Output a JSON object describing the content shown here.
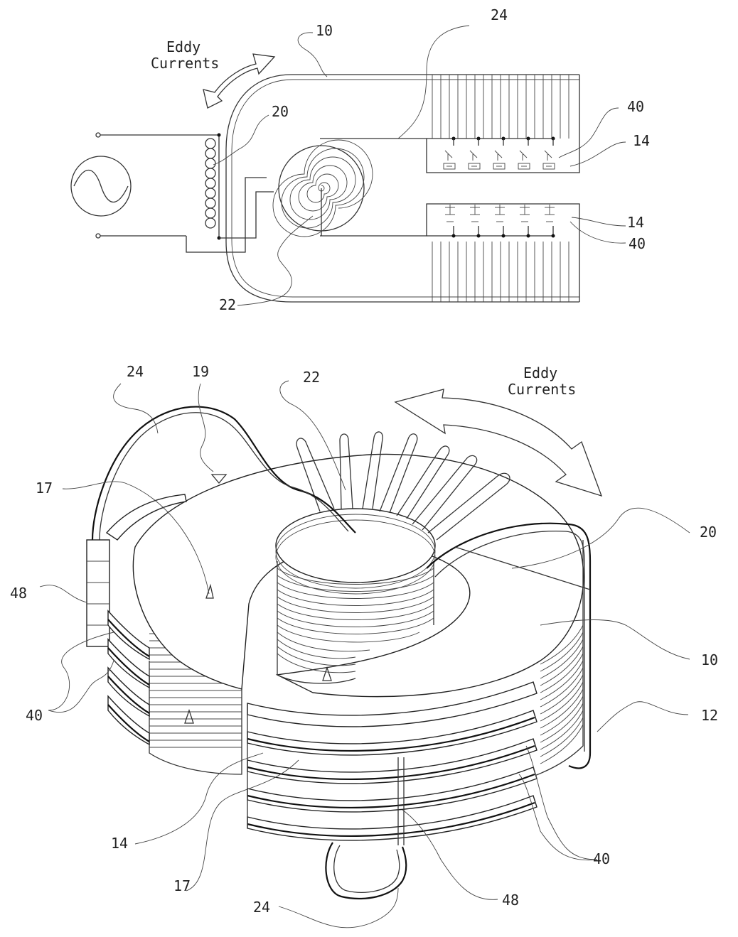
{
  "top_figure": {
    "eddy_label_line1": "Eddy",
    "eddy_label_line2": "Currents",
    "refs": {
      "r10": "10",
      "r24": "24",
      "r20": "20",
      "r40a": "40",
      "r14a": "14",
      "r14b": "14",
      "r40b": "40",
      "r22": "22"
    }
  },
  "bottom_figure": {
    "eddy_label_line1": "Eddy",
    "eddy_label_line2": "Currents",
    "refs": {
      "r24a": "24",
      "r19": "19",
      "r22": "22",
      "r17a": "17",
      "r20": "20",
      "r48a": "48",
      "r10": "10",
      "r40a": "40",
      "r12": "12",
      "r14": "14",
      "r17b": "17",
      "r40b": "40",
      "r24b": "24",
      "r48b": "48"
    }
  },
  "colors": {
    "line": "#333333",
    "background": "#ffffff"
  }
}
